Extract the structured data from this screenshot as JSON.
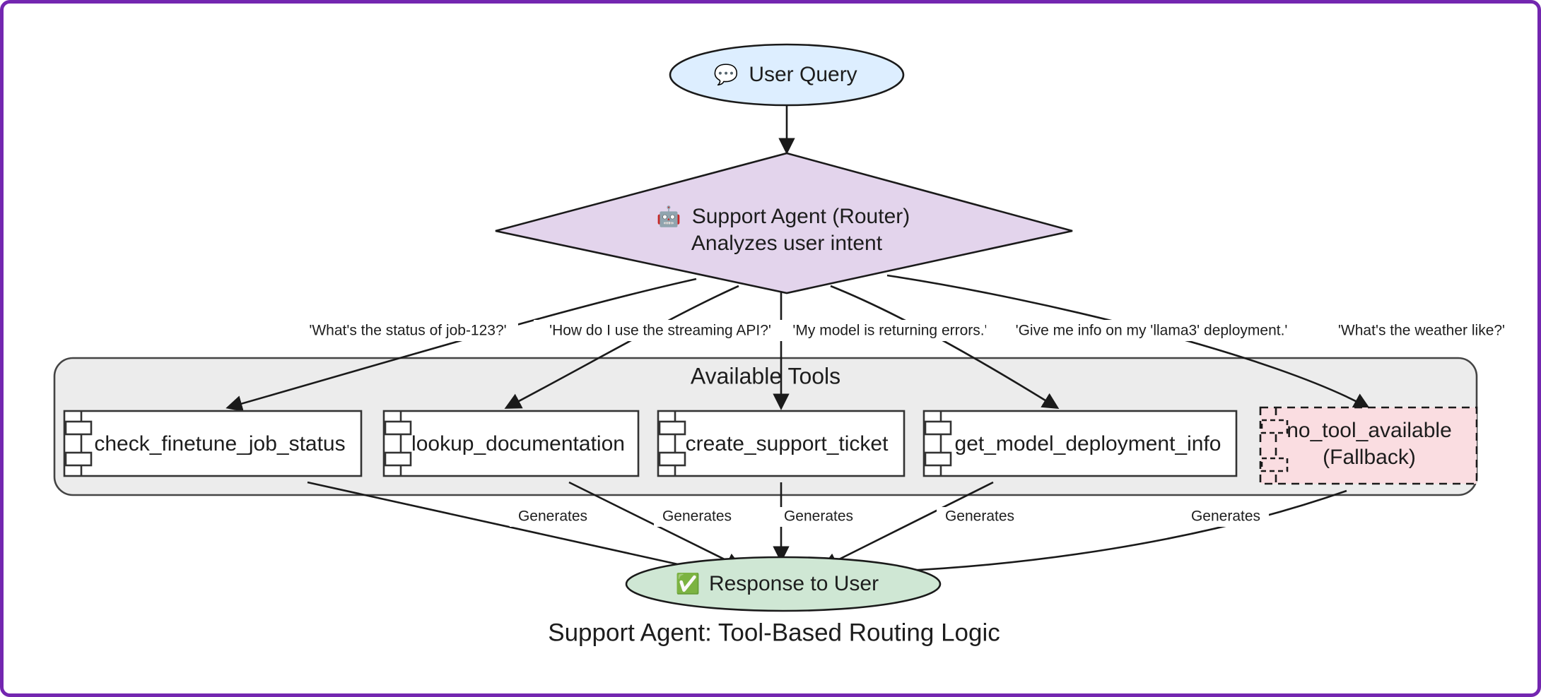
{
  "diagram": {
    "title": "Support Agent: Tool-Based Routing Logic",
    "frame_color": "#7326b0"
  },
  "start_node": {
    "id": "user-query",
    "label": "User Query",
    "icon": "speech-balloon-icon",
    "icon_glyph": "💬",
    "fill": "#ddeeff",
    "stroke": "#1a1a1a"
  },
  "router_node": {
    "id": "support-agent-router",
    "label_line1": "Support Agent (Router)",
    "label_line2": "Analyzes user intent",
    "icon": "robot-icon",
    "icon_glyph": "🤖",
    "fill": "#e3d4ec",
    "stroke": "#1a1a1a"
  },
  "cluster": {
    "id": "available-tools",
    "label": "Available Tools",
    "fill": "#ececec",
    "stroke": "#444444"
  },
  "tools": [
    {
      "id": "check-finetune-job-status",
      "label": "check_finetune_job_status",
      "fill": "#ffffff",
      "dashed": false
    },
    {
      "id": "lookup-documentation",
      "label": "lookup_documentation",
      "fill": "#ffffff",
      "dashed": false
    },
    {
      "id": "create-support-ticket",
      "label": "create_support_ticket",
      "fill": "#ffffff",
      "dashed": false
    },
    {
      "id": "get-model-deployment-info",
      "label": "get_model_deployment_info",
      "fill": "#ffffff",
      "dashed": false
    },
    {
      "id": "no-tool-available",
      "label": "no_tool_available",
      "label2": "(Fallback)",
      "fill": "#fadde1",
      "dashed": true
    }
  ],
  "router_edges": [
    {
      "label": "'What's the status of job-123?'",
      "target": "check-finetune-job-status"
    },
    {
      "label": "'How do I use the streaming API?'",
      "target": "lookup-documentation"
    },
    {
      "label": "'My model is returning errors.'",
      "target": "create-support-ticket"
    },
    {
      "label": "'Give me info on my 'llama3' deployment.'",
      "target": "get-model-deployment-info"
    },
    {
      "label": "'What's the weather like?'",
      "target": "no-tool-available"
    }
  ],
  "response_edges": [
    {
      "label": "Generates",
      "source": "check-finetune-job-status"
    },
    {
      "label": "Generates",
      "source": "lookup-documentation"
    },
    {
      "label": "Generates",
      "source": "create-support-ticket"
    },
    {
      "label": "Generates",
      "source": "get-model-deployment-info"
    },
    {
      "label": "Generates",
      "source": "no-tool-available"
    }
  ],
  "end_node": {
    "id": "response-to-user",
    "label": "Response to User",
    "icon": "check-mark-button-icon",
    "icon_glyph": "✅",
    "fill": "#cfe7d4",
    "stroke": "#1a1a1a"
  }
}
